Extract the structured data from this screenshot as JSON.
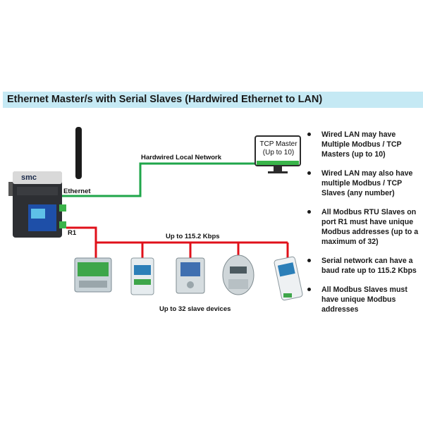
{
  "title": "Ethernet Master/s with Serial Slaves (Hardwired Ethernet to LAN)",
  "labels": {
    "hardwired_network": "Hardwired Local Network",
    "ethernet": "Ethernet",
    "r1": "R1",
    "speed": "Up to 115.2 Kbps",
    "slave_devices": "Up to 32 slave devices",
    "tcp_master_line1": "TCP Master",
    "tcp_master_line2": "(Up to 10)",
    "gateway_brand": "smc"
  },
  "bullets": [
    "Wired LAN may have Multiple Modbus / TCP Masters (up to 10)",
    "Wired LAN may also have multiple Modbus / TCP Slaves (any number)",
    "All Modbus RTU Slaves on port R1 must have unique Modbus addresses (up to a maximum of 32)",
    "Serial network can have a baud rate up to 115.2 Kbps",
    "All Modbus Slaves must have unique Modbus addresses"
  ],
  "colors": {
    "title_bg": "#c5e9f4",
    "ethernet_line": "#1fa64a",
    "serial_line": "#e0101a",
    "monitor_screen": "#39b54a"
  }
}
